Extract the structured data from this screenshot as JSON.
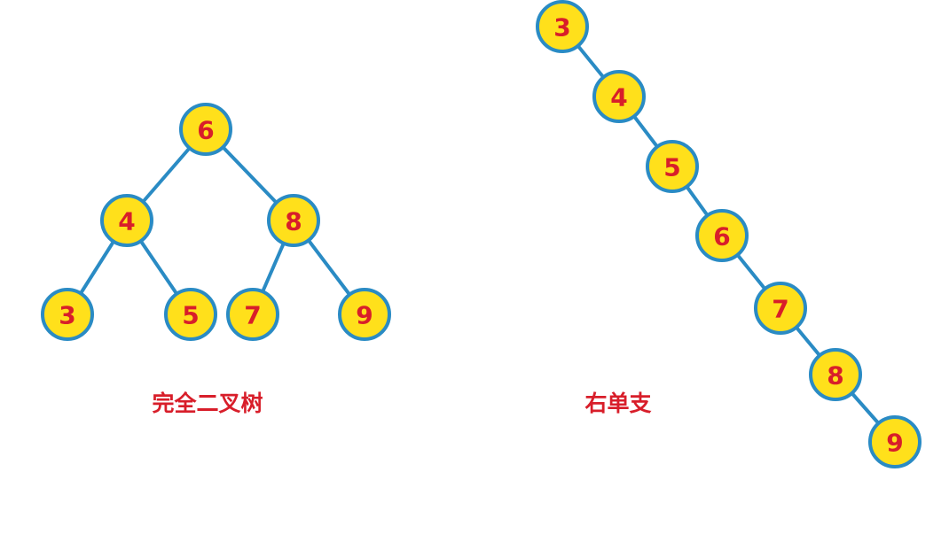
{
  "colors": {
    "node_fill": "#FFE01B",
    "node_stroke": "#2A8BC4",
    "edge": "#2A8BC4",
    "label": "#D81E2A",
    "caption": "#D81E2A"
  },
  "complete_tree": {
    "caption": "完全二叉树",
    "nodes": [
      {
        "id": "c6",
        "label": "6"
      },
      {
        "id": "c4",
        "label": "4"
      },
      {
        "id": "c8",
        "label": "8"
      },
      {
        "id": "c3",
        "label": "3"
      },
      {
        "id": "c5",
        "label": "5"
      },
      {
        "id": "c7",
        "label": "7"
      },
      {
        "id": "c9",
        "label": "9"
      }
    ],
    "edges": [
      [
        "c6",
        "c4"
      ],
      [
        "c6",
        "c8"
      ],
      [
        "c4",
        "c3"
      ],
      [
        "c4",
        "c5"
      ],
      [
        "c8",
        "c7"
      ],
      [
        "c8",
        "c9"
      ]
    ]
  },
  "right_chain": {
    "caption": "右单支",
    "nodes": [
      {
        "id": "r3",
        "label": "3"
      },
      {
        "id": "r4",
        "label": "4"
      },
      {
        "id": "r5",
        "label": "5"
      },
      {
        "id": "r6",
        "label": "6"
      },
      {
        "id": "r7",
        "label": "7"
      },
      {
        "id": "r8",
        "label": "8"
      },
      {
        "id": "r9",
        "label": "9"
      }
    ],
    "edges": [
      [
        "r3",
        "r4"
      ],
      [
        "r4",
        "r5"
      ],
      [
        "r5",
        "r6"
      ],
      [
        "r6",
        "r7"
      ],
      [
        "r7",
        "r8"
      ],
      [
        "r8",
        "r9"
      ]
    ]
  }
}
